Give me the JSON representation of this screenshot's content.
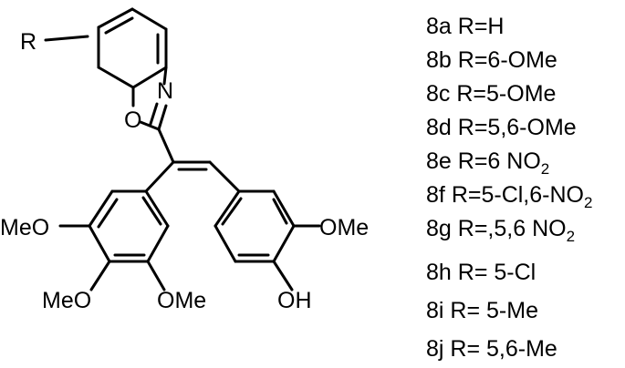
{
  "structure": {
    "substituent": "R",
    "atoms": {
      "nitrogen": "N",
      "oxygen": "O",
      "methoxy_left": "MeO",
      "methoxy_bottom_left": "MeO",
      "methoxy_bottom_mid": "OMe",
      "methoxy_right": "OMe",
      "hydroxyl": "OH"
    }
  },
  "compounds": [
    {
      "code": "8a",
      "substituent": "R=H"
    },
    {
      "code": "8b",
      "substituent": "R=6-OMe"
    },
    {
      "code": "8c",
      "substituent": "R=5-OMe"
    },
    {
      "code": "8d",
      "substituent": "R=5,6-OMe"
    },
    {
      "code": "8e",
      "substituent": "R=6 NO",
      "subscript": "2"
    },
    {
      "code": "8f",
      "substituent": "R=5-Cl,6-NO",
      "subscript": "2"
    },
    {
      "code": "8g",
      "substituent": "R=,5,6 NO",
      "subscript": "2"
    },
    {
      "code": "8h",
      "substituent": "R= 5-Cl"
    },
    {
      "code": "8i",
      "substituent": "R= 5-Me"
    },
    {
      "code": "8j",
      "substituent": "R= 5,6-Me"
    }
  ]
}
